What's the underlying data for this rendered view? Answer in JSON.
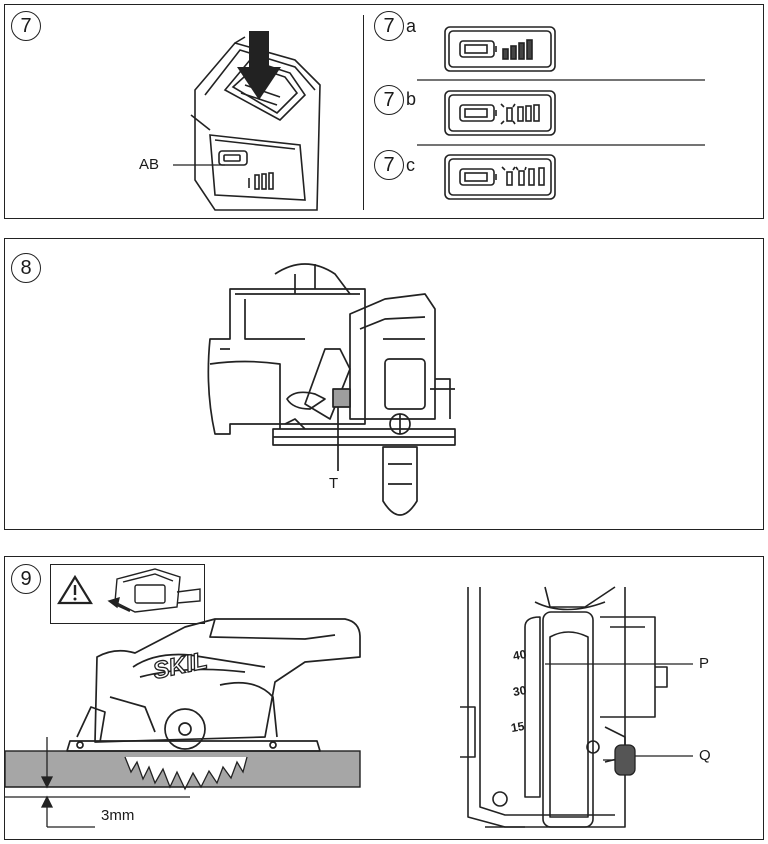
{
  "steps": {
    "s7": {
      "number": "7",
      "callout_ab": "AB"
    },
    "s7a": {
      "number": "7",
      "letter": "a"
    },
    "s7b": {
      "number": "7",
      "letter": "b"
    },
    "s7c": {
      "number": "7",
      "letter": "c"
    },
    "s8": {
      "number": "8",
      "callout_t": "T"
    },
    "s9": {
      "number": "9",
      "brand": "SKIL",
      "depth": "3mm",
      "scale_40": "40",
      "scale_30": "30",
      "scale_15": "15",
      "callout_p": "P",
      "callout_q": "Q"
    }
  },
  "icons": [
    "battery-icon",
    "warning-icon",
    "down-arrow-icon"
  ],
  "colors": {
    "line": "#222222",
    "workpiece": "#a6a6a6",
    "label_box": "#9e9e9e"
  }
}
